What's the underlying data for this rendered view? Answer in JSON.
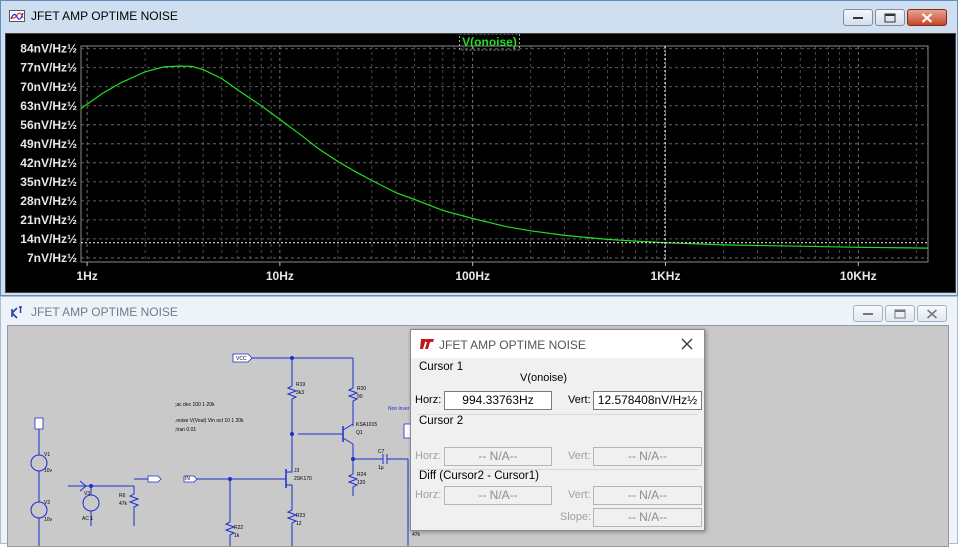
{
  "plot_window": {
    "title": "JFET AMP OPTIME NOISE"
  },
  "chart_data": {
    "type": "line",
    "x_scale": "log",
    "xlim": [
      0.93,
      23000
    ],
    "ylim": [
      5.5,
      85
    ],
    "x_ticks": [
      {
        "value": 1,
        "label": "1Hz"
      },
      {
        "value": 10,
        "label": "10Hz"
      },
      {
        "value": 100,
        "label": "100Hz"
      },
      {
        "value": 1000,
        "label": "1KHz"
      },
      {
        "value": 10000,
        "label": "10KHz"
      }
    ],
    "y_ticks": [
      {
        "value": 7,
        "label": "7nV/Hz½"
      },
      {
        "value": 14,
        "label": "14nV/Hz½"
      },
      {
        "value": 21,
        "label": "21nV/Hz½"
      },
      {
        "value": 28,
        "label": "28nV/Hz½"
      },
      {
        "value": 35,
        "label": "35nV/Hz½"
      },
      {
        "value": 42,
        "label": "42nV/Hz½"
      },
      {
        "value": 49,
        "label": "49nV/Hz½"
      },
      {
        "value": 56,
        "label": "56nV/Hz½"
      },
      {
        "value": 63,
        "label": "63nV/Hz½"
      },
      {
        "value": 70,
        "label": "70nV/Hz½"
      },
      {
        "value": 77,
        "label": "77nV/Hz½"
      },
      {
        "value": 84,
        "label": "84nV/Hz½"
      }
    ],
    "grid": true,
    "series": [
      {
        "name": "V(onoise)",
        "color": "#22dd22",
        "x": [
          0.93,
          1.2,
          1.5,
          2.0,
          2.5,
          3.0,
          3.5,
          4.0,
          5.0,
          6.0,
          8.0,
          10,
          13,
          16,
          20,
          25,
          30,
          40,
          50,
          70,
          100,
          150,
          200,
          300,
          500,
          700,
          1000,
          2000,
          5000,
          10000,
          23000
        ],
        "y": [
          62,
          67.5,
          71.5,
          75.5,
          77.3,
          77.6,
          77.5,
          76.3,
          73,
          69,
          63,
          58,
          52,
          47,
          42.5,
          38.5,
          35.5,
          31,
          28.5,
          24.5,
          21.5,
          18.5,
          17,
          15.3,
          13.8,
          13.2,
          12.6,
          11.8,
          11.3,
          10.9,
          10.6
        ]
      }
    ],
    "cursor": {
      "x": 994.33763,
      "y": 12.578408
    }
  },
  "schematic_window": {
    "title": "JFET AMP OPTIME NOISE",
    "labels": {
      "ac_directive": ";ac dec 100 1 20k",
      "noise_directive": ".noise V(Vout) Vin oct 10 1 20k",
      "tran_directive": ";tran 0.01",
      "r19": "R19",
      "r19_val": "3k3",
      "r20": "R20",
      "r20_val": "90",
      "q1": "KSA1015",
      "q1_name": "Q1",
      "j3": "J3",
      "j3_val": "2SK170",
      "c7": "C7",
      "c7_val": "1µ",
      "r24": "R24",
      "r24_val": "120",
      "r23": "R23",
      "r23_val": "12",
      "r22": "R22",
      "r22_val": "1k",
      "r6": "R6",
      "r6_val": "47k",
      "v1": "V1",
      "v1_val": "10v",
      "v2": "V2",
      "v2_val": "10v",
      "v3": "V3",
      "ac_val": "AC 1",
      "vcc": "VCC",
      "vin_flag": "IN",
      "noninv": "Non inver",
      "r_right_val": "47k"
    }
  },
  "cursor_dialog": {
    "title": "JFET AMP OPTIME NOISE",
    "cursor1": {
      "group_label": "Cursor 1",
      "trace": "V(onoise)",
      "horz_label": "Horz:",
      "horz_value": "994.33763Hz",
      "vert_label": "Vert:",
      "vert_value": "12.578408nV/Hz½"
    },
    "cursor2": {
      "group_label": "Cursor 2",
      "horz_label": "Horz:",
      "horz_value": "-- N/A--",
      "vert_label": "Vert:",
      "vert_value": "-- N/A--"
    },
    "diff": {
      "group_label": "Diff (Cursor2 - Cursor1)",
      "horz_label": "Horz:",
      "horz_value": "-- N/A--",
      "vert_label": "Vert:",
      "vert_value": "-- N/A--",
      "slope_label": "Slope:",
      "slope_value": "-- N/A--"
    }
  }
}
